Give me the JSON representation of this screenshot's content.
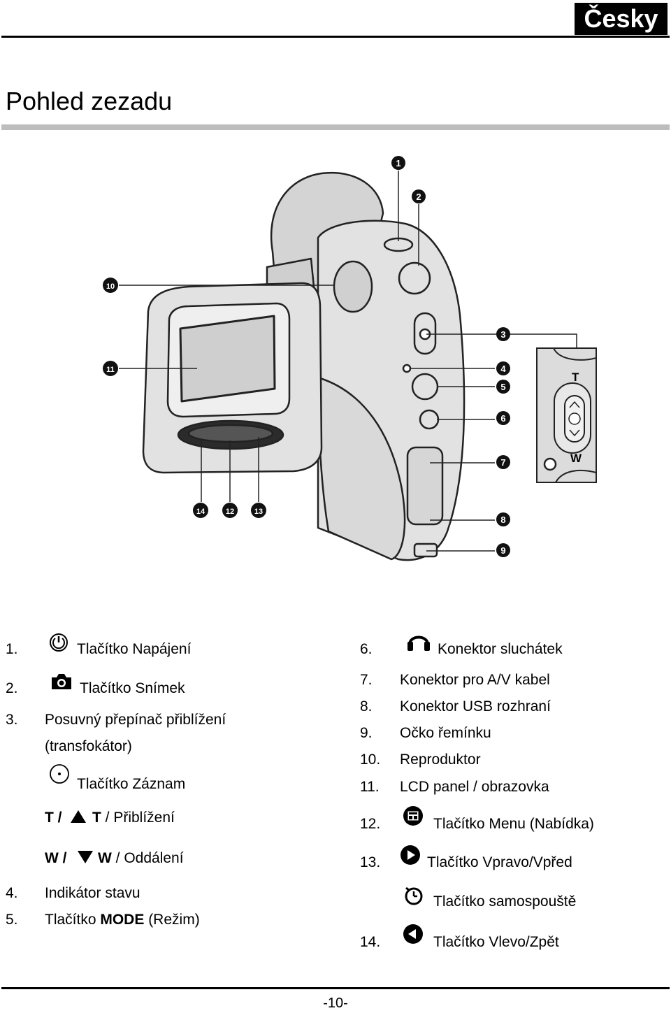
{
  "header": {
    "language": "Česky"
  },
  "title": "Pohled zezadu",
  "callouts": [
    "1",
    "2",
    "3",
    "4",
    "5",
    "6",
    "7",
    "8",
    "9",
    "10",
    "11",
    "12",
    "13",
    "14"
  ],
  "inset": {
    "t": "T",
    "w": "W"
  },
  "left_list": {
    "i1": {
      "num": "1.",
      "label": "Tlačítko Napájení",
      "icon": "power-icon"
    },
    "i2": {
      "num": "2.",
      "label": "Tlačítko Snímek",
      "icon": "camera-icon"
    },
    "i3": {
      "num": "3.",
      "line1": "Posuvný přepínač přiblížení",
      "line2": "(transfokátor)"
    },
    "record": {
      "label": "Tlačítko Záznam",
      "icon": "record-icon"
    },
    "tele": {
      "prefix": "T / ",
      "key": "T",
      "label": " / Přiblížení"
    },
    "wide": {
      "prefix": "W / ",
      "key": "W",
      "label": " / Oddálení"
    },
    "i4": {
      "num": "4.",
      "label": "Indikátor stavu"
    },
    "i5": {
      "num": "5.",
      "label_pre": "Tlačítko ",
      "label_bold": "MODE",
      "label_post": " (Režim)"
    }
  },
  "right_list": {
    "i6": {
      "num": "6.",
      "label": "Konektor sluchátek",
      "icon": "headphones-icon"
    },
    "i7": {
      "num": "7.",
      "label": "Konektor pro A/V kabel"
    },
    "i8": {
      "num": "8.",
      "label": "Konektor USB rozhraní"
    },
    "i9": {
      "num": "9.",
      "label": "Očko řemínku"
    },
    "i10": {
      "num": "10.",
      "label": "Reproduktor"
    },
    "i11": {
      "num": "11.",
      "label": "LCD panel / obrazovka"
    },
    "i12": {
      "num": "12.",
      "label": "Tlačítko Menu (Nabídka)",
      "icon": "menu-icon"
    },
    "i13": {
      "num": "13.",
      "label": "Tlačítko Vpravo/Vpřed",
      "icon": "right-arrow-icon"
    },
    "timer": {
      "label": "Tlačítko samospouště",
      "icon": "self-timer-icon"
    },
    "i14": {
      "num": "14.",
      "label": "Tlačítko Vlevo/Zpět",
      "icon": "left-arrow-icon"
    }
  },
  "footer": {
    "page": "-10-"
  }
}
